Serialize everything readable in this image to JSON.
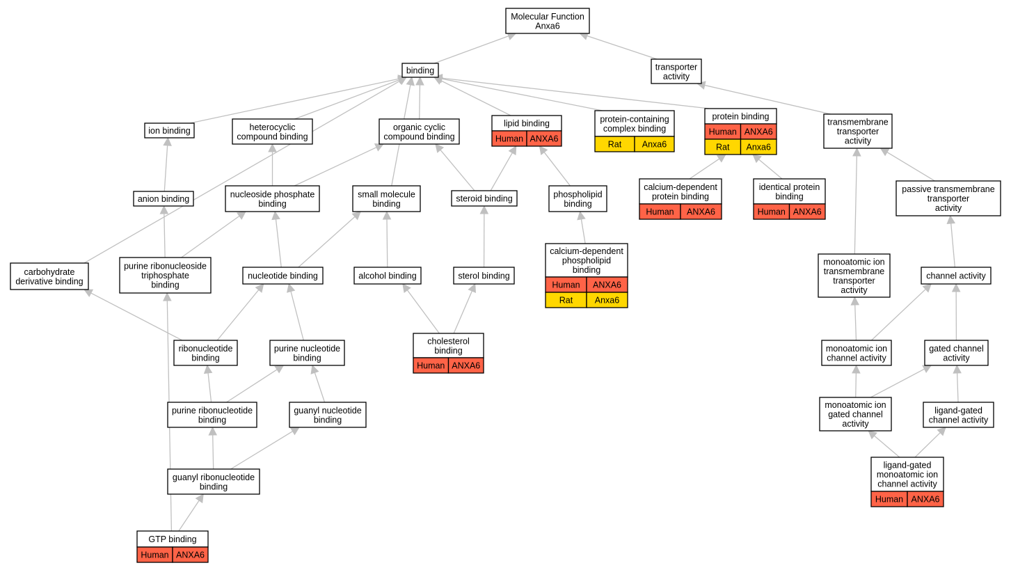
{
  "colors": {
    "human": "#ff6347",
    "rat": "#ffd700",
    "edge": "#c0c0c0"
  },
  "nodes": [
    {
      "id": "molecular-function",
      "lines": [
        "Molecular Function",
        "Anxa6"
      ]
    },
    {
      "id": "binding",
      "lines": [
        "binding"
      ]
    },
    {
      "id": "transporter-activity",
      "lines": [
        "transporter",
        "activity"
      ]
    },
    {
      "id": "ion-binding",
      "lines": [
        "ion binding"
      ]
    },
    {
      "id": "heterocyclic-compound-binding",
      "lines": [
        "heterocyclic",
        "compound binding"
      ]
    },
    {
      "id": "organic-cyclic-compound-binding",
      "lines": [
        "organic cyclic",
        "compound binding"
      ]
    },
    {
      "id": "lipid-binding",
      "lines": [
        "lipid binding"
      ],
      "annotations": [
        [
          "Human",
          "ANXA6"
        ]
      ]
    },
    {
      "id": "protein-containing-complex-binding",
      "lines": [
        "protein-containing",
        "complex binding"
      ],
      "annotations": [
        [
          "Rat",
          "Anxa6"
        ]
      ]
    },
    {
      "id": "protein-binding",
      "lines": [
        "protein binding"
      ],
      "annotations": [
        [
          "Human",
          "ANXA6"
        ],
        [
          "Rat",
          "Anxa6"
        ]
      ]
    },
    {
      "id": "transmembrane-transporter-activity",
      "lines": [
        "transmembrane",
        "transporter",
        "activity"
      ]
    },
    {
      "id": "anion-binding",
      "lines": [
        "anion binding"
      ]
    },
    {
      "id": "nucleoside-phosphate-binding",
      "lines": [
        "nucleoside phosphate",
        "binding"
      ]
    },
    {
      "id": "small-molecule-binding",
      "lines": [
        "small molecule",
        "binding"
      ]
    },
    {
      "id": "steroid-binding",
      "lines": [
        "steroid binding"
      ]
    },
    {
      "id": "phospholipid-binding",
      "lines": [
        "phospholipid",
        "binding"
      ]
    },
    {
      "id": "calcium-dependent-protein-binding",
      "lines": [
        "calcium-dependent",
        "protein binding"
      ],
      "annotations": [
        [
          "Human",
          "ANXA6"
        ]
      ]
    },
    {
      "id": "identical-protein-binding",
      "lines": [
        "identical protein",
        "binding"
      ],
      "annotations": [
        [
          "Human",
          "ANXA6"
        ]
      ]
    },
    {
      "id": "passive-transmembrane-transporter-activity",
      "lines": [
        "passive transmembrane",
        "transporter",
        "activity"
      ]
    },
    {
      "id": "carbohydrate-derivative-binding",
      "lines": [
        "carbohydrate",
        "derivative binding"
      ]
    },
    {
      "id": "purine-ribonucleoside-triphosphate-binding",
      "lines": [
        "purine ribonucleoside",
        "triphosphate",
        "binding"
      ]
    },
    {
      "id": "nucleotide-binding",
      "lines": [
        "nucleotide binding"
      ]
    },
    {
      "id": "alcohol-binding",
      "lines": [
        "alcohol binding"
      ]
    },
    {
      "id": "sterol-binding",
      "lines": [
        "sterol binding"
      ]
    },
    {
      "id": "calcium-dependent-phospholipid-binding",
      "lines": [
        "calcium-dependent",
        "phospholipid",
        "binding"
      ],
      "annotations": [
        [
          "Human",
          "ANXA6"
        ],
        [
          "Rat",
          "Anxa6"
        ]
      ]
    },
    {
      "id": "monoatomic-ion-transmembrane-transporter-activity",
      "lines": [
        "monoatomic ion",
        "transmembrane",
        "transporter",
        "activity"
      ]
    },
    {
      "id": "channel-activity",
      "lines": [
        "channel activity"
      ]
    },
    {
      "id": "ribonucleotide-binding",
      "lines": [
        "ribonucleotide",
        "binding"
      ]
    },
    {
      "id": "purine-nucleotide-binding",
      "lines": [
        "purine nucleotide",
        "binding"
      ]
    },
    {
      "id": "cholesterol-binding",
      "lines": [
        "cholesterol",
        "binding"
      ],
      "annotations": [
        [
          "Human",
          "ANXA6"
        ]
      ]
    },
    {
      "id": "monoatomic-ion-channel-activity",
      "lines": [
        "monoatomic ion",
        "channel activity"
      ]
    },
    {
      "id": "gated-channel-activity",
      "lines": [
        "gated channel",
        "activity"
      ]
    },
    {
      "id": "purine-ribonucleotide-binding",
      "lines": [
        "purine ribonucleotide",
        "binding"
      ]
    },
    {
      "id": "guanyl-nucleotide-binding",
      "lines": [
        "guanyl nucleotide",
        "binding"
      ]
    },
    {
      "id": "monoatomic-ion-gated-channel-activity",
      "lines": [
        "monoatomic ion",
        "gated channel",
        "activity"
      ]
    },
    {
      "id": "ligand-gated-channel-activity",
      "lines": [
        "ligand-gated",
        "channel activity"
      ]
    },
    {
      "id": "guanyl-ribonucleotide-binding",
      "lines": [
        "guanyl ribonucleotide",
        "binding"
      ]
    },
    {
      "id": "ligand-gated-monoatomic-ion-channel-activity",
      "lines": [
        "ligand-gated",
        "monoatomic ion",
        "channel activity"
      ],
      "annotations": [
        [
          "Human",
          "ANXA6"
        ]
      ]
    },
    {
      "id": "gtp-binding",
      "lines": [
        "GTP binding"
      ],
      "annotations": [
        [
          "Human",
          "ANXA6"
        ]
      ]
    }
  ],
  "edges": [
    {
      "from": "binding",
      "to": "molecular-function"
    },
    {
      "from": "transporter-activity",
      "to": "molecular-function"
    },
    {
      "from": "ion-binding",
      "to": "binding"
    },
    {
      "from": "heterocyclic-compound-binding",
      "to": "binding"
    },
    {
      "from": "organic-cyclic-compound-binding",
      "to": "binding"
    },
    {
      "from": "lipid-binding",
      "to": "binding"
    },
    {
      "from": "protein-containing-complex-binding",
      "to": "binding"
    },
    {
      "from": "protein-binding",
      "to": "binding"
    },
    {
      "from": "carbohydrate-derivative-binding",
      "to": "binding"
    },
    {
      "from": "small-molecule-binding",
      "to": "binding"
    },
    {
      "from": "transmembrane-transporter-activity",
      "to": "transporter-activity"
    },
    {
      "from": "anion-binding",
      "to": "ion-binding"
    },
    {
      "from": "nucleoside-phosphate-binding",
      "to": "heterocyclic-compound-binding"
    },
    {
      "from": "nucleoside-phosphate-binding",
      "to": "organic-cyclic-compound-binding"
    },
    {
      "from": "steroid-binding",
      "to": "organic-cyclic-compound-binding"
    },
    {
      "from": "steroid-binding",
      "to": "lipid-binding"
    },
    {
      "from": "phospholipid-binding",
      "to": "lipid-binding"
    },
    {
      "from": "calcium-dependent-protein-binding",
      "to": "protein-binding"
    },
    {
      "from": "identical-protein-binding",
      "to": "protein-binding"
    },
    {
      "from": "monoatomic-ion-transmembrane-transporter-activity",
      "to": "transmembrane-transporter-activity"
    },
    {
      "from": "passive-transmembrane-transporter-activity",
      "to": "transmembrane-transporter-activity"
    },
    {
      "from": "purine-ribonucleoside-triphosphate-binding",
      "to": "anion-binding"
    },
    {
      "from": "purine-ribonucleoside-triphosphate-binding",
      "to": "nucleoside-phosphate-binding"
    },
    {
      "from": "nucleotide-binding",
      "to": "nucleoside-phosphate-binding"
    },
    {
      "from": "nucleotide-binding",
      "to": "small-molecule-binding"
    },
    {
      "from": "alcohol-binding",
      "to": "small-molecule-binding"
    },
    {
      "from": "sterol-binding",
      "to": "steroid-binding"
    },
    {
      "from": "calcium-dependent-phospholipid-binding",
      "to": "phospholipid-binding"
    },
    {
      "from": "channel-activity",
      "to": "passive-transmembrane-transporter-activity"
    },
    {
      "from": "ribonucleotide-binding",
      "to": "carbohydrate-derivative-binding"
    },
    {
      "from": "ribonucleotide-binding",
      "to": "nucleotide-binding"
    },
    {
      "from": "purine-nucleotide-binding",
      "to": "nucleotide-binding"
    },
    {
      "from": "cholesterol-binding",
      "to": "alcohol-binding"
    },
    {
      "from": "cholesterol-binding",
      "to": "sterol-binding"
    },
    {
      "from": "monoatomic-ion-channel-activity",
      "to": "monoatomic-ion-transmembrane-transporter-activity"
    },
    {
      "from": "monoatomic-ion-channel-activity",
      "to": "channel-activity"
    },
    {
      "from": "gated-channel-activity",
      "to": "channel-activity"
    },
    {
      "from": "purine-ribonucleotide-binding",
      "to": "ribonucleotide-binding"
    },
    {
      "from": "purine-ribonucleotide-binding",
      "to": "purine-nucleotide-binding"
    },
    {
      "from": "guanyl-nucleotide-binding",
      "to": "purine-nucleotide-binding"
    },
    {
      "from": "monoatomic-ion-gated-channel-activity",
      "to": "monoatomic-ion-channel-activity"
    },
    {
      "from": "monoatomic-ion-gated-channel-activity",
      "to": "gated-channel-activity"
    },
    {
      "from": "ligand-gated-channel-activity",
      "to": "gated-channel-activity"
    },
    {
      "from": "guanyl-ribonucleotide-binding",
      "to": "purine-ribonucleotide-binding"
    },
    {
      "from": "guanyl-ribonucleotide-binding",
      "to": "guanyl-nucleotide-binding"
    },
    {
      "from": "ligand-gated-monoatomic-ion-channel-activity",
      "to": "monoatomic-ion-gated-channel-activity"
    },
    {
      "from": "ligand-gated-monoatomic-ion-channel-activity",
      "to": "ligand-gated-channel-activity"
    },
    {
      "from": "gtp-binding",
      "to": "guanyl-ribonucleotide-binding"
    },
    {
      "from": "gtp-binding",
      "to": "purine-ribonucleoside-triphosphate-binding"
    }
  ]
}
